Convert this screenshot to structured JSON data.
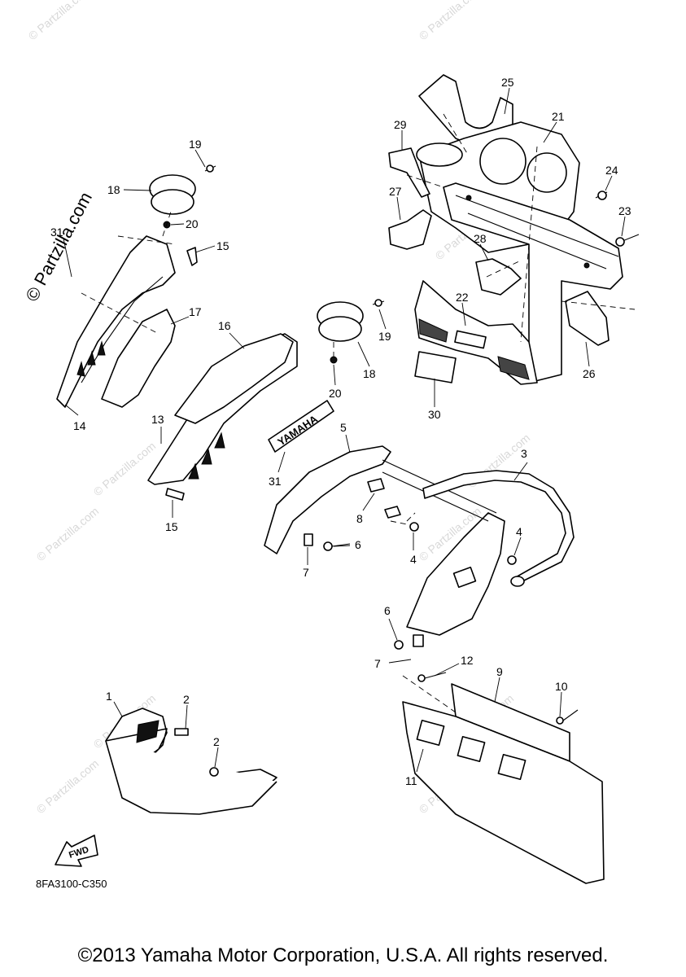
{
  "watermark": {
    "text": "© Partzilla.com",
    "repeat_text": "© Partzilla.com"
  },
  "diagram_code": "8FA3100-C350",
  "fwd_label": "FWD",
  "yamaha_decal_text": "YAMAHA",
  "copyright": "©2013 Yamaha Motor Corporation, U.S.A. All rights reserved.",
  "callouts": {
    "c1": "1",
    "c2a": "2",
    "c2b": "2",
    "c3": "3",
    "c4a": "4",
    "c4b": "4",
    "c5": "5",
    "c6a": "6",
    "c6b": "6",
    "c7a": "7",
    "c7b": "7",
    "c8": "8",
    "c9": "9",
    "c10": "10",
    "c11": "11",
    "c12": "12",
    "c13": "13",
    "c14": "14",
    "c15a": "15",
    "c15b": "15",
    "c16": "16",
    "c17": "17",
    "c18a": "18",
    "c18b": "18",
    "c19a": "19",
    "c19b": "19",
    "c20a": "20",
    "c20b": "20",
    "c21": "21",
    "c22": "22",
    "c23": "23",
    "c24": "24",
    "c25": "25",
    "c26": "26",
    "c27": "27",
    "c28": "28",
    "c29": "29",
    "c30": "30",
    "c31a": "31",
    "c31b": "31"
  }
}
